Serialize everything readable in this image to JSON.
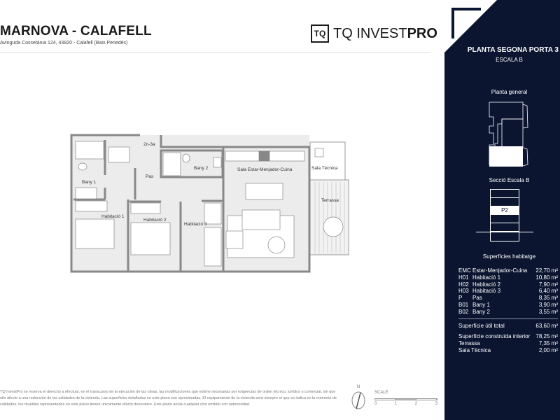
{
  "header": {
    "title": "MARNOVA - CALAFELL",
    "address": "Avinguda Cossetània 124, 43820 - Calafell (Baix Penedès)"
  },
  "logo": {
    "mark": "TQ",
    "text_light": "TQ INVEST",
    "text_bold": "PRO"
  },
  "plan": {
    "rooms": {
      "pas": "Pas",
      "entrance": "2n-3a",
      "bany1": "Bany 1",
      "bany2": "Bany 2",
      "sala": "Sala Estar-Menjador-Cuina",
      "tecnica": "Sala Tècnica",
      "terrassa": "Terrassa",
      "hab1": "Habitació 1",
      "hab2": "Habitació 2",
      "hab3": "Habitació 3"
    }
  },
  "footer": {
    "disclaimer": "TQ InvestPro se reserva el derecho a efectuar, en el transcurso de la ejecución de las obras, las modificaciones que estime necesarias por exigencias de orden técnico, jurídico o comercial, sin que ello afecte a una reducción de las calidades de la vivienda. Las superficies detalladas en este plano son aproximadas. El equipamiento de la vivienda será siempre el que se indica en la memoria de calidades; los muebles representados en este plano tienen únicamente efecto decorativo. Este plano anula cualquier otro emitido con anterioridad.",
    "north": "N",
    "scale_label": "SCALE",
    "scale_ticks": [
      "0",
      "1",
      "2",
      "3"
    ]
  },
  "sidebar": {
    "title": "PLANTA SEGONA PORTA 3",
    "subtitle": "ESCALA B",
    "general_label": "Planta general",
    "section_label": "Secció Escala B",
    "floor_marker": "P2",
    "areas_title": "Superfícies habitatge",
    "areas": [
      {
        "code": "EMC",
        "name": "Estar-Menjador-Cuina",
        "value": "22,70 m²"
      },
      {
        "code": "H01",
        "name": "Habitació 1",
        "value": "10,80 m²"
      },
      {
        "code": "H02",
        "name": "Habitació 2",
        "value": "7,90 m²"
      },
      {
        "code": "H03",
        "name": "Habitació 3",
        "value": "6,40 m²"
      },
      {
        "code": "P",
        "name": "Pas",
        "value": "8,35 m²"
      },
      {
        "code": "B01",
        "name": "Bany 1",
        "value": "3,90 m²"
      },
      {
        "code": "B02",
        "name": "Bany 2",
        "value": "3,55 m²"
      }
    ],
    "total": {
      "name": "Superfície útil total",
      "value": "63,60 m²"
    },
    "extra": [
      {
        "name": "Superfície construïda interior",
        "value": "78,25 m²"
      },
      {
        "name": "Terrassa",
        "value": "7,35 m²"
      },
      {
        "name": "Sala Tècnica",
        "value": "2,00 m²"
      }
    ],
    "colors": {
      "background": "#0b1530",
      "text": "#ffffff"
    }
  }
}
